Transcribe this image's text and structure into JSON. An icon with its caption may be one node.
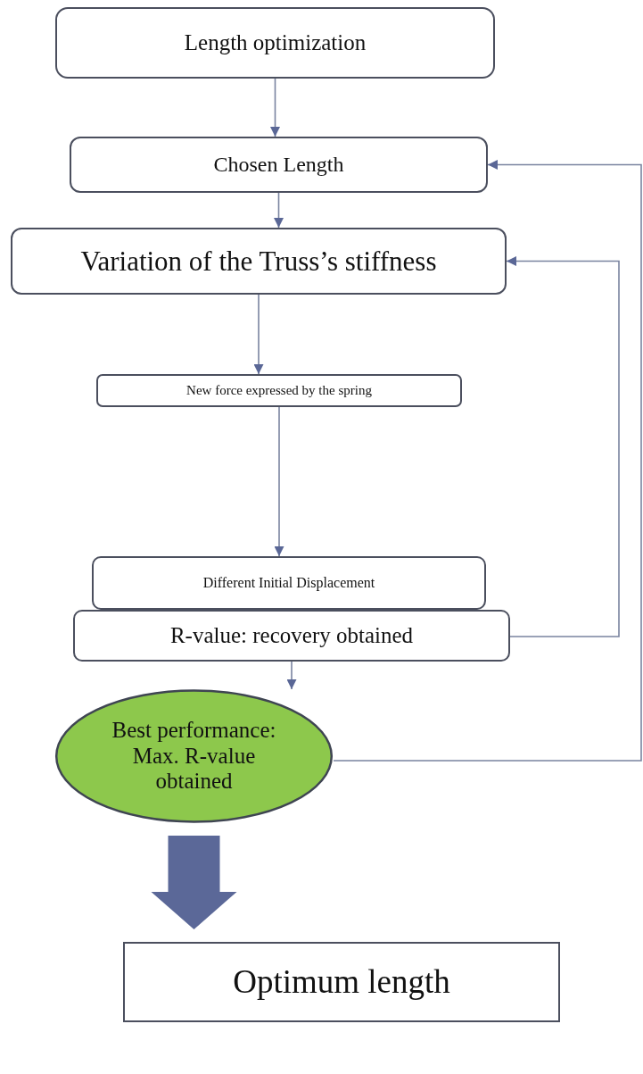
{
  "diagram": {
    "nodes": [
      {
        "text": [
          "Length optimization"
        ]
      },
      {
        "text": [
          "Chosen Length"
        ]
      },
      {
        "text": [
          "Variation of the Truss’s stiffness"
        ]
      },
      {
        "text": [
          "New force expressed by the spring"
        ]
      },
      {
        "text": [
          "Different Initial Displacement"
        ]
      },
      {
        "text": [
          "R-value: recovery obtained"
        ]
      },
      {
        "text": [
          "Best performance: Max. R-value obtained"
        ]
      },
      {
        "text": [
          "Optimum length"
        ]
      }
    ],
    "edges": [
      {
        "from": 0,
        "to": 1,
        "arrow": "to"
      },
      {
        "from": 1,
        "to": 2,
        "arrow": "to"
      },
      {
        "from": 2,
        "to": 3,
        "arrow": "to"
      },
      {
        "from": 3,
        "to": 4,
        "arrow": "to"
      },
      {
        "from": 5,
        "to": 6,
        "arrow": "to"
      },
      {
        "from": 5,
        "to": 2,
        "arrow": "to"
      },
      {
        "from": 6,
        "to": 1,
        "arrow": "to"
      },
      {
        "from": 6,
        "to": 7,
        "arrow": "to",
        "style": "thick"
      }
    ]
  }
}
